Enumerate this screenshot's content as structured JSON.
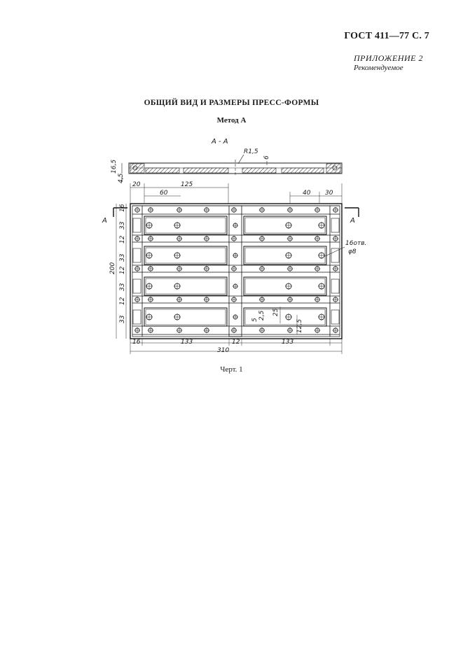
{
  "header": {
    "doc_code": "ГОСТ 411—77 С. 7",
    "appendix": "ПРИЛОЖЕНИЕ 2",
    "recommended": "Рекомендуемое"
  },
  "title": "ОБЩИЙ ВИД И РАЗМЕРЫ ПРЕСС-ФОРМЫ",
  "method": "Метод А",
  "drawing": {
    "section_label": "А - А",
    "cut_mark": "А",
    "radius": "R1,5",
    "dims": {
      "d6": "6",
      "d165": "16,5",
      "d45": "4,5",
      "d20": "20",
      "d60": "60",
      "d125": "125",
      "d40": "40",
      "d30": "30",
      "d16": "16",
      "d33": "33",
      "d12": "12",
      "d200": "200",
      "d133": "133",
      "d310": "310",
      "d5": "5",
      "d25s": "2,5",
      "d25": "25",
      "d125s": "12,5"
    },
    "holes_note": "16отв.",
    "hole_dia": "φ8"
  },
  "caption": "Черт. 1"
}
